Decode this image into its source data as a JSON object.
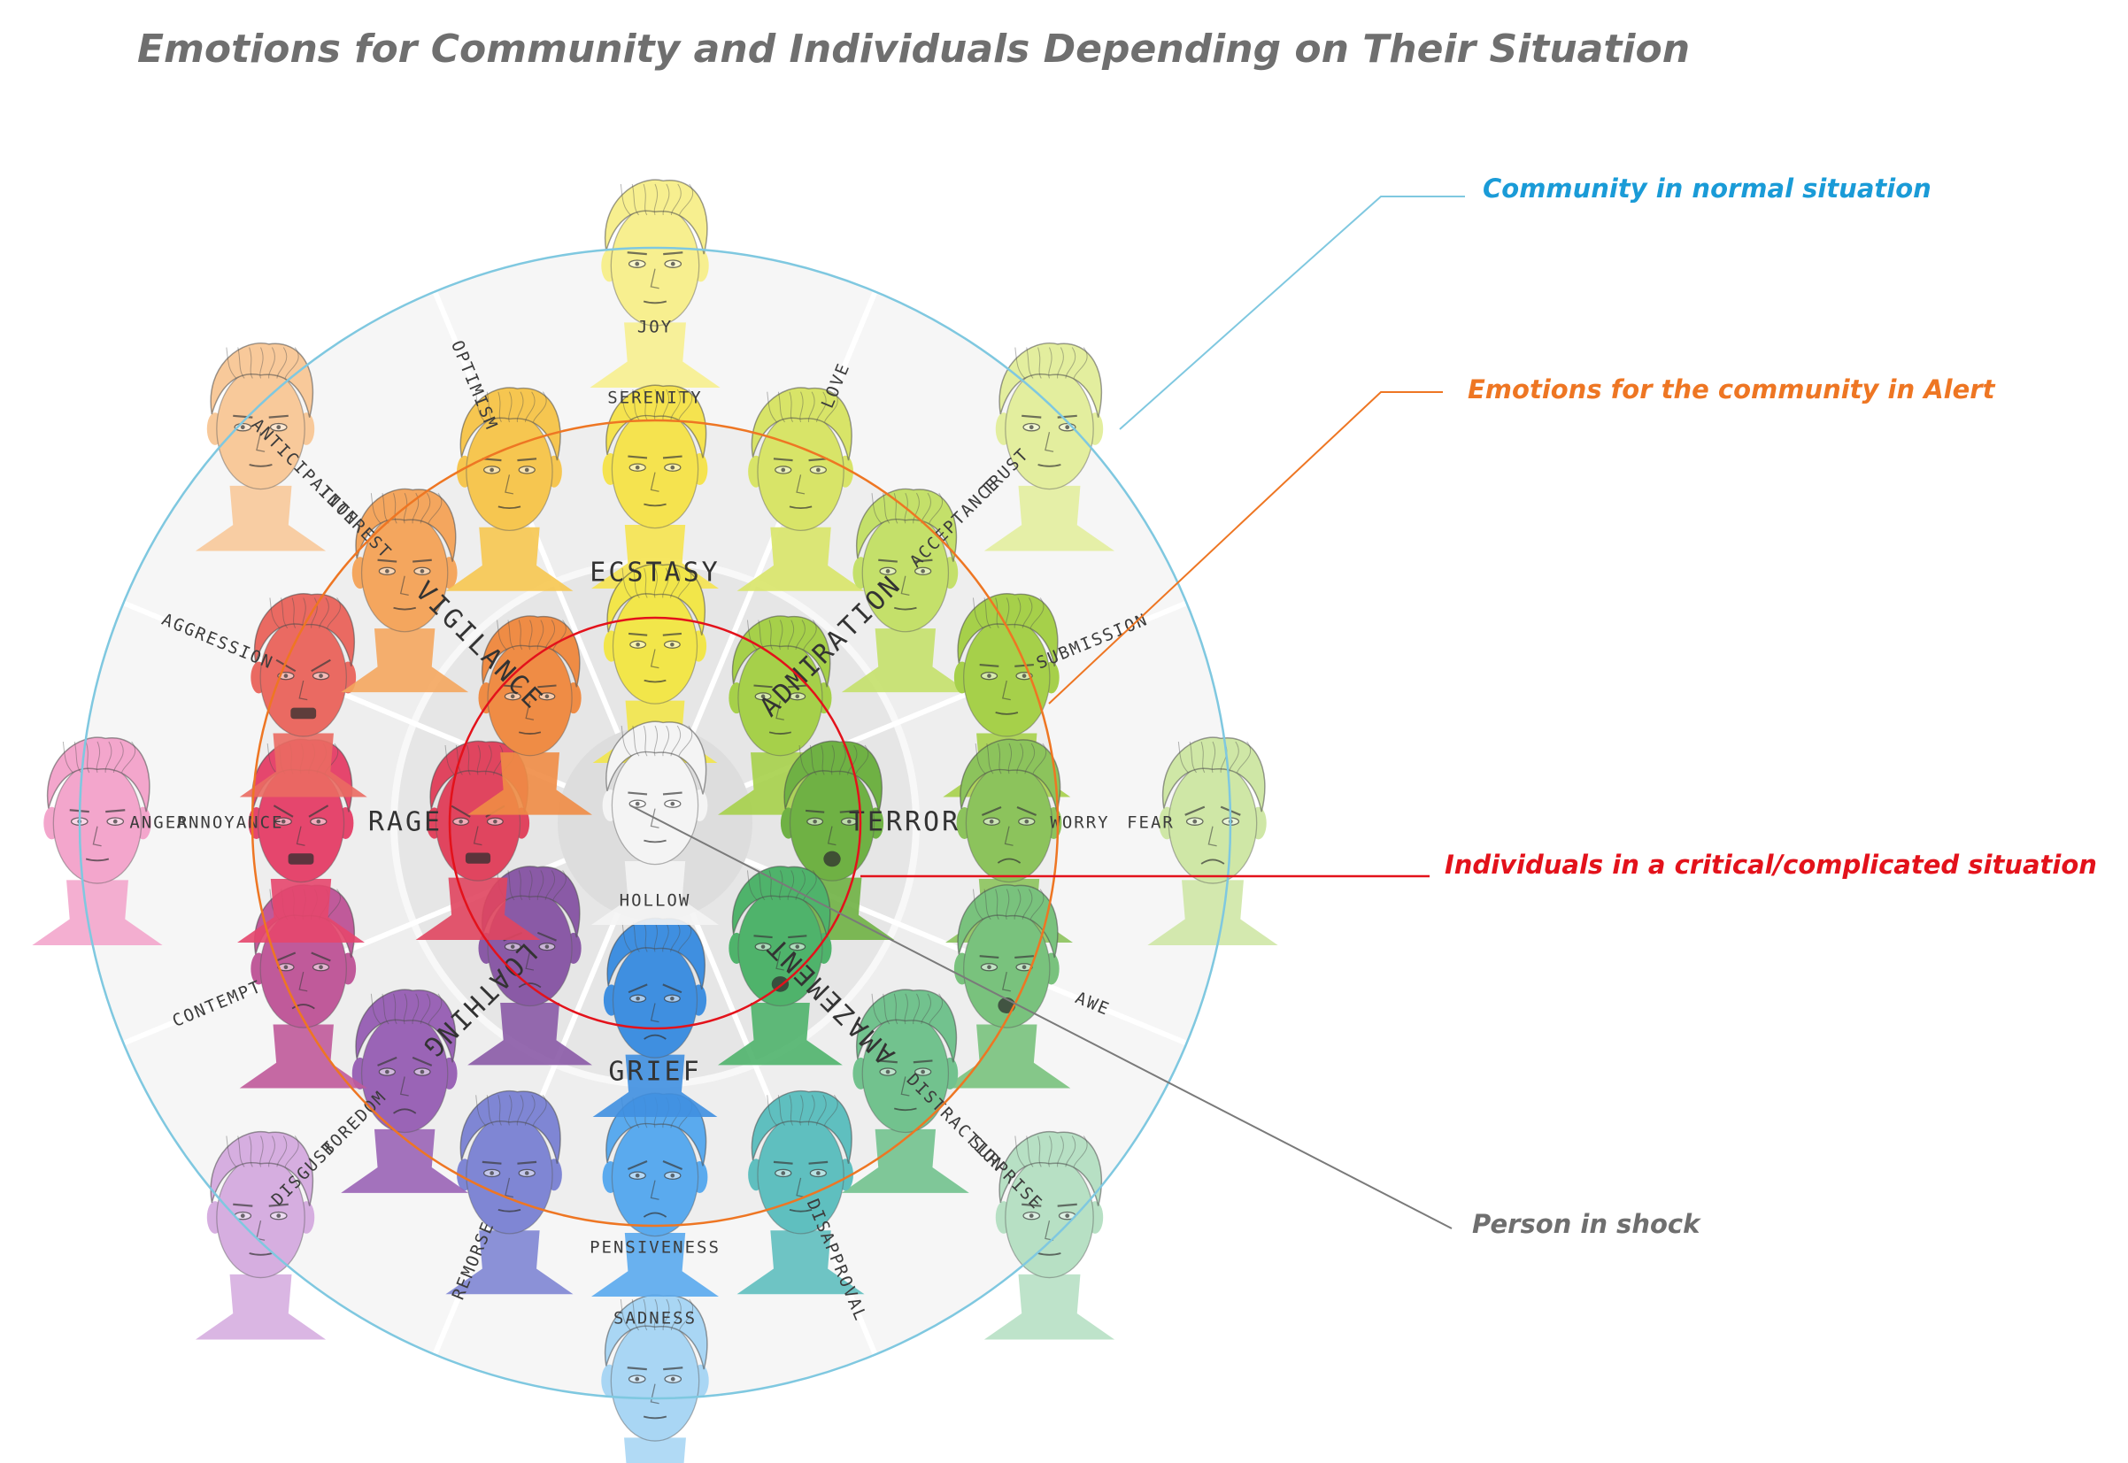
{
  "title": "Emotions for Community and Individuals Depending on Their Situation",
  "legend": {
    "normal": {
      "label": "Community in normal situation",
      "color": "#1a9bd7"
    },
    "alert": {
      "label": "Emotions for the community in Alert",
      "color": "#ee7623"
    },
    "critical": {
      "label": "Individuals in a critical/complicated situation",
      "color": "#e3121b"
    },
    "shock": {
      "label": "Person in shock",
      "color": "#6f6f6f"
    }
  },
  "wheel": {
    "center_label": "HOLLOW",
    "inner": [
      {
        "label": "ECSTASY",
        "color": "#f2e64a"
      },
      {
        "label": "ADMIRATION",
        "color": "#a6d04a"
      },
      {
        "label": "TERROR",
        "color": "#6fb144"
      },
      {
        "label": "AMAZEMENT",
        "color": "#4fb36b"
      },
      {
        "label": "GRIEF",
        "color": "#3f8fe0"
      },
      {
        "label": "LOATHING",
        "color": "#8a5aa6"
      },
      {
        "label": "RAGE",
        "color": "#e0455f"
      },
      {
        "label": "VIGILANCE",
        "color": "#ef8c45"
      }
    ],
    "middle": [
      {
        "label": "JOY",
        "color": "#f5e34f"
      },
      {
        "label": "LOVE",
        "color": "#d8e468"
      },
      {
        "label": "TRUST",
        "color": "#c4e06a"
      },
      {
        "label": "SUBMISSION",
        "color": "#a6d04a"
      },
      {
        "label": "FEAR",
        "color": "#8cc35c"
      },
      {
        "label": "AWE",
        "color": "#79c27d"
      },
      {
        "label": "SURPRISE",
        "color": "#72c28e"
      },
      {
        "label": "DISAPPROVAL",
        "color": "#5fbfbf"
      },
      {
        "label": "SADNESS",
        "color": "#5aaaee"
      },
      {
        "label": "REMORSE",
        "color": "#7f86d4"
      },
      {
        "label": "DISGUST",
        "color": "#9a64b6"
      },
      {
        "label": "CONTEMPT",
        "color": "#c05a9a"
      },
      {
        "label": "ANGER",
        "color": "#e5466d"
      },
      {
        "label": "AGGRESSION",
        "color": "#ea6a62"
      },
      {
        "label": "ANTICIPATION",
        "color": "#f4a65e"
      },
      {
        "label": "OPTIMISM",
        "color": "#f6c650"
      }
    ],
    "outer": [
      {
        "label": "SERENITY",
        "color": "#f7ef8f"
      },
      {
        "label": "ACCEPTANCE",
        "color": "#e3ee9e"
      },
      {
        "label": "WORRY",
        "color": "#cfe7a6"
      },
      {
        "label": "DISTRACTION",
        "color": "#b7e0c4"
      },
      {
        "label": "PENSIVENESS",
        "color": "#a9d6f4"
      },
      {
        "label": "BOREDOM",
        "color": "#d6aee0"
      },
      {
        "label": "ANNOYANCE",
        "color": "#f3a6cc"
      },
      {
        "label": "INTEREST",
        "color": "#f8c99a"
      }
    ]
  }
}
